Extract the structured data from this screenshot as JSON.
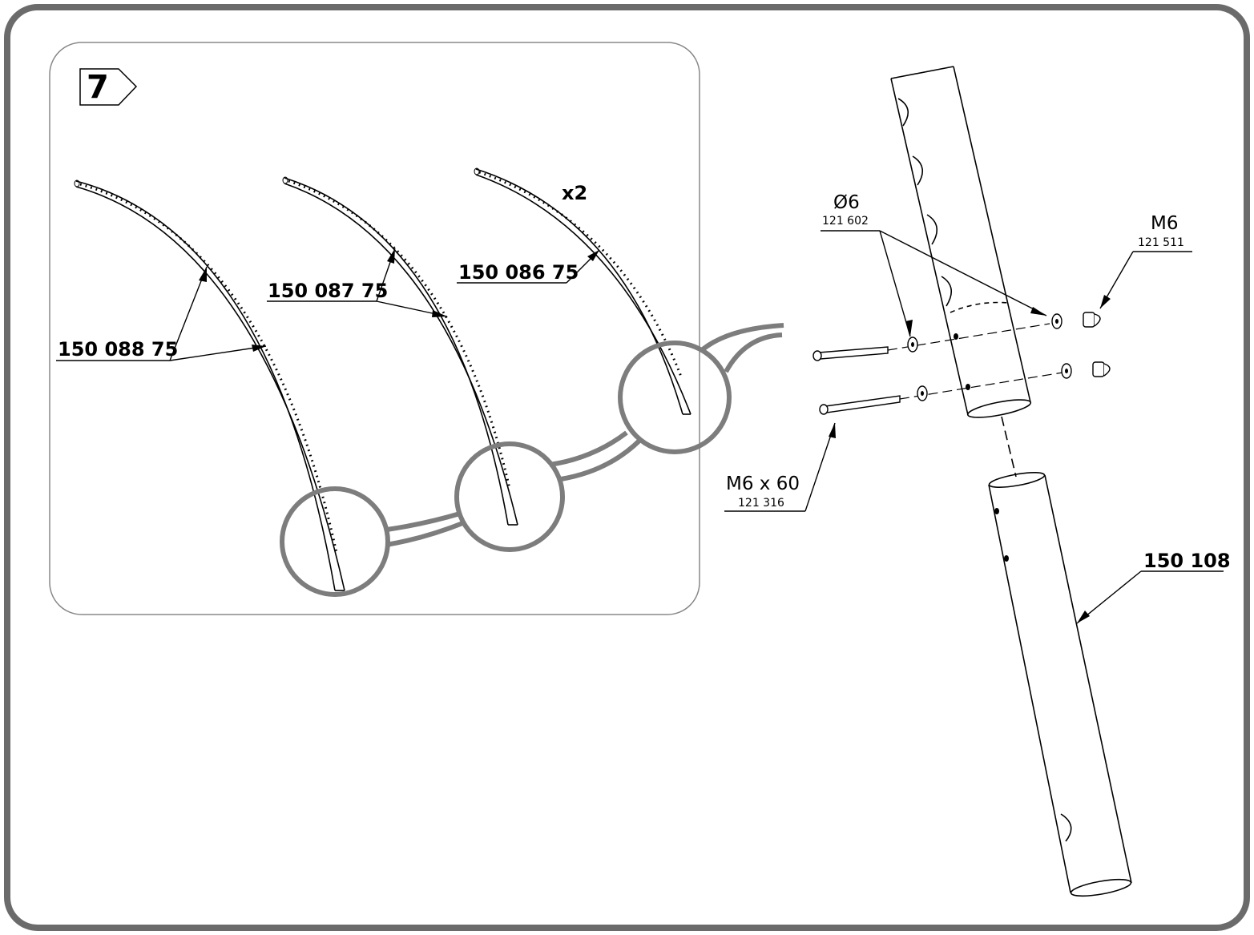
{
  "step": {
    "number": "7"
  },
  "quantity": "x2",
  "parts": {
    "arc_long": "150 088 75",
    "arc_mid": "150 087 75",
    "arc_short": "150 086 75",
    "washer_name": "Ø6",
    "washer_ref": "121 602",
    "nut_name": "M6",
    "nut_ref": "121 511",
    "bolt_name": "M6 x 60",
    "bolt_ref": "121 316",
    "tube_ref": "150 108"
  },
  "colors": {
    "frame": "#6b6b6b",
    "callout": "#7d7d7d",
    "panel": "#888888",
    "ink": "#000000"
  }
}
